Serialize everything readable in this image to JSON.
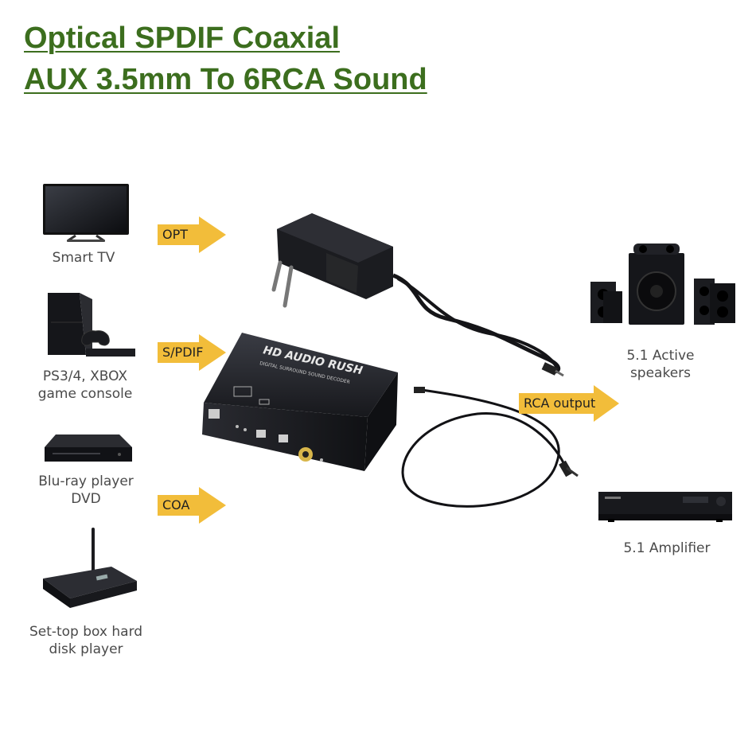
{
  "title": {
    "line1": "Optical SPDIF Coaxial",
    "line2": "AUX 3.5mm To 6RCA Sound"
  },
  "sources": [
    {
      "line1": "Smart TV",
      "line2": ""
    },
    {
      "line1": "PS3/4, XBOX",
      "line2": "game console"
    },
    {
      "line1": "Blu-ray player",
      "line2": "DVD"
    },
    {
      "line1": "Set-top box hard",
      "line2": "disk player"
    }
  ],
  "inputs": {
    "opt": "OPT",
    "spdif": "S/PDIF",
    "coa": "COA"
  },
  "output": {
    "label": "RCA output"
  },
  "outputs": [
    {
      "line1": "5.1 Active",
      "line2": "speakers"
    },
    {
      "line1": "5.1 Amplifier",
      "line2": ""
    }
  ],
  "device": {
    "brand": "HD AUDIO RUSH",
    "subtitle": "DIGITAL SURROUND SOUND DECODER"
  },
  "colors": {
    "title": "#3c6e1e",
    "arrow": "#f2bd3a",
    "device": "#1e1f24"
  }
}
